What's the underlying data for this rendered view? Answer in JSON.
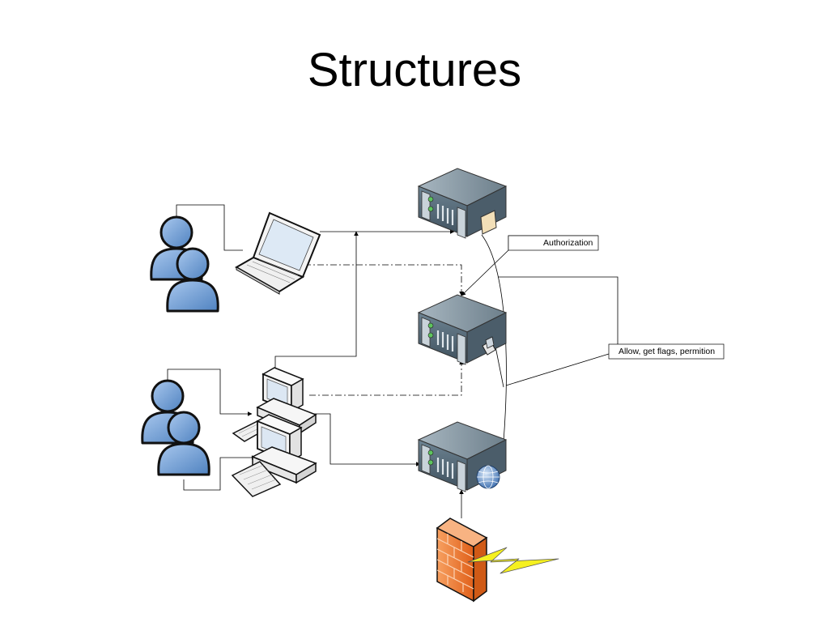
{
  "slide": {
    "title": "Structures"
  },
  "labels": {
    "authorization": "Authorization",
    "allow": "Allow, get flags, permition"
  },
  "icons": {
    "user_group_top": "user-group-icon",
    "user_group_bottom": "user-group-icon",
    "laptop": "laptop-icon",
    "desktop": "desktop-computers-icon",
    "server_auth": "server-icon",
    "server_permission": "server-icon",
    "server_web": "server-icon",
    "firewall": "firewall-icon"
  },
  "colors": {
    "user_fill": "#6e9fd6",
    "user_outline": "#111111",
    "server_body": "#5d7180",
    "server_top": "#8ea0ad",
    "firewall": "#f07a30",
    "lightning": "#f5f020"
  }
}
